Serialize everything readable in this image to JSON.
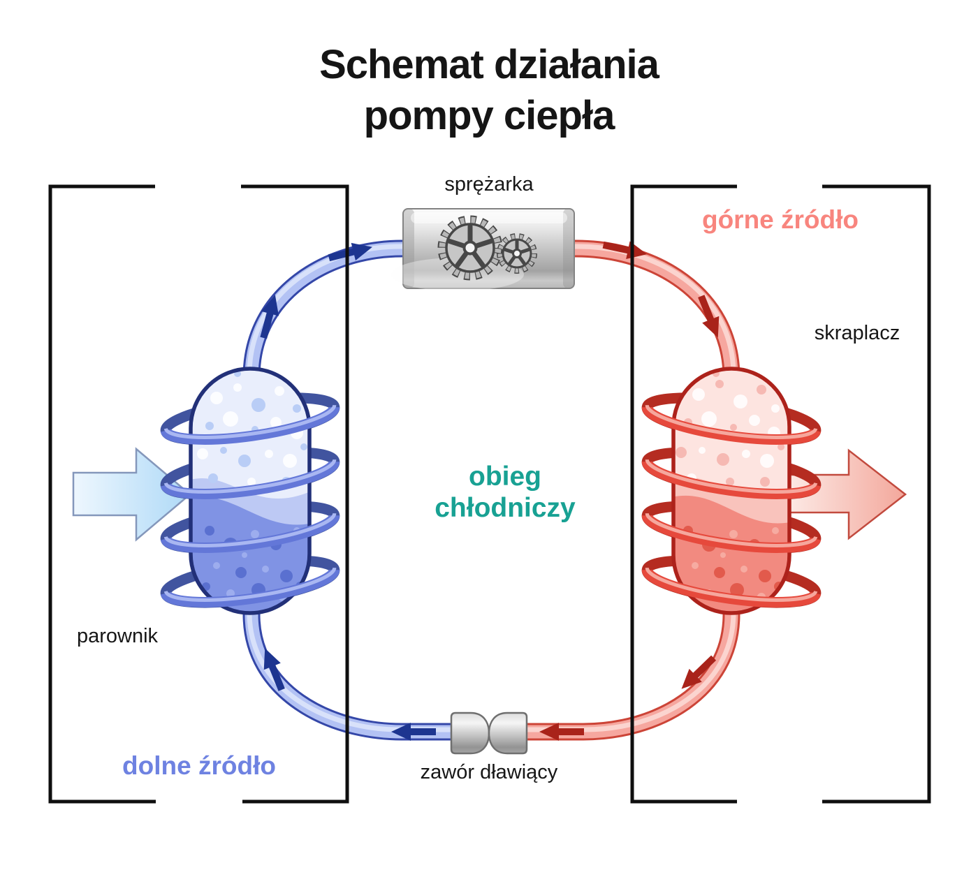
{
  "title": {
    "line1": "Schemat działania",
    "line2": "pompy ciepła"
  },
  "labels": {
    "compressor": "sprężarka",
    "upper_source": "górne źródło",
    "condenser": "skraplacz",
    "evaporator": "parownik",
    "lower_source": "dolne źródło",
    "throttling_valve": "zawór dławiący",
    "cycle_line1": "obieg",
    "cycle_line2": "chłodniczy"
  },
  "colors": {
    "title_text": "#151515",
    "cycle_text": "#18a193",
    "upper_source_text": "#f8857e",
    "lower_source_text": "#6e82e1",
    "cold_pipe_fill": "#b3c2f4",
    "cold_pipe_edge": "#3447a8",
    "cold_arrow": "#1d3590",
    "hot_pipe_fill": "#f6a79f",
    "hot_pipe_edge": "#cc4437",
    "hot_arrow": "#a9231a",
    "room_border": "#0f0f0f",
    "metal": "#c6c6c6"
  }
}
